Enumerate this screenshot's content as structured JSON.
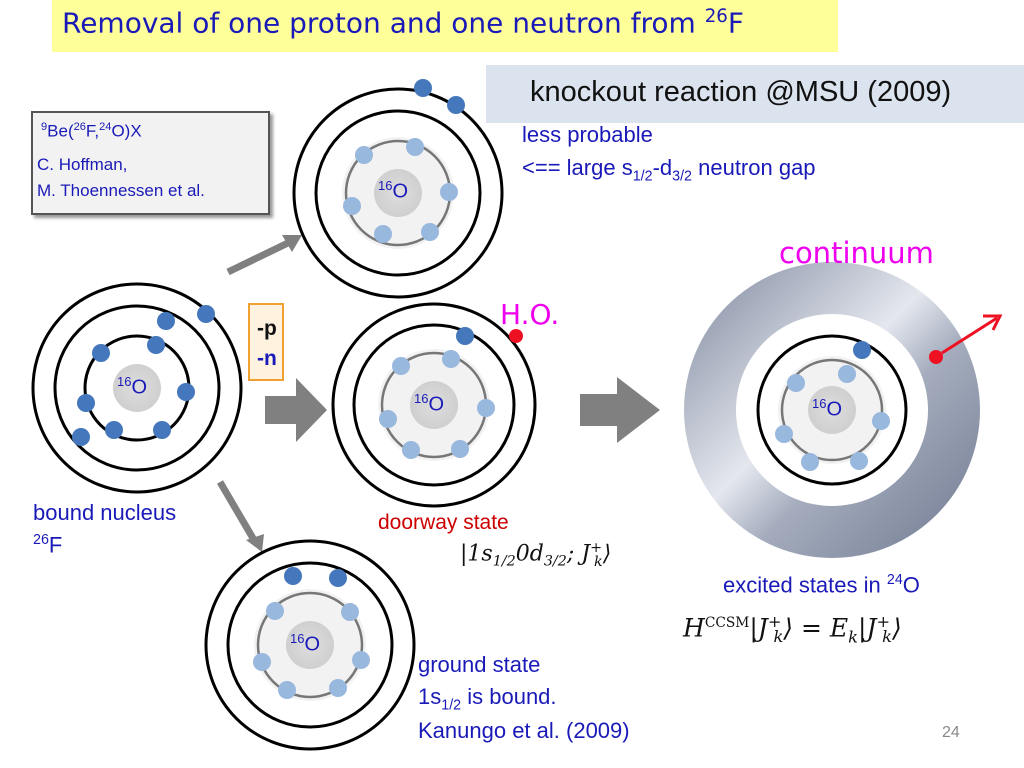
{
  "slide": {
    "title": "Removal of one proton and one neutron from ",
    "title_sup": "26",
    "title_tail": "F",
    "subtitle": "knockout reaction @MSU (2009)",
    "page_number": "24"
  },
  "reference": {
    "reaction_sup1": "9",
    "reaction_a": "Be(",
    "reaction_sup2": "26",
    "reaction_b": "F,",
    "reaction_sup3": "24",
    "reaction_c": "O)X",
    "author1": "C. Hoffman,",
    "author2": "M. Thoennessen et al."
  },
  "removal": {
    "p": "-p",
    "n": "-n"
  },
  "labels": {
    "less_probable": "less probable",
    "gap_a": "<== large s",
    "gap_sub1": "1/2",
    "gap_b": "-d",
    "gap_sub2": "3/2",
    "gap_c": " neutron gap",
    "continuum": "continuum",
    "ho": "H.O.",
    "bound_nucleus": "bound nucleus",
    "f26_sup": "26",
    "f26": "F",
    "doorway_state": "doorway state",
    "doorway_ket": "|1s",
    "doorway_sub1": "1/2",
    "doorway_mid": "0d",
    "doorway_sub2": "3/2",
    "doorway_tail": "; J",
    "doorway_k": "k",
    "excited_states": "excited states in ",
    "o24_sup": "24",
    "o24": "O",
    "hamiltonian_h": "H",
    "hamiltonian_sup": "CCSM",
    "hamiltonian_mid": "|J",
    "hamiltonian_rhs": "⟩ = E",
    "hamiltonian_k": "k",
    "hamiltonian_end": "|J",
    "ground_state": "ground state",
    "s12_a": "1s",
    "s12_sub": "1/2",
    "s12_b": " is bound.",
    "kanungo": "Kanungo et al. (2009)",
    "core_sup": "16",
    "core": "O"
  },
  "colors": {
    "title_bg": "#ffff99",
    "subtitle_bg": "#dbe3ee",
    "text_blue": "#1a1ab8",
    "outer_nucleon": "#4477bb",
    "inner_nucleon": "#99b8dd",
    "red_dot": "#ee1122",
    "arrow_gray": "#808080",
    "continuum_ring": "#8e97ad"
  }
}
